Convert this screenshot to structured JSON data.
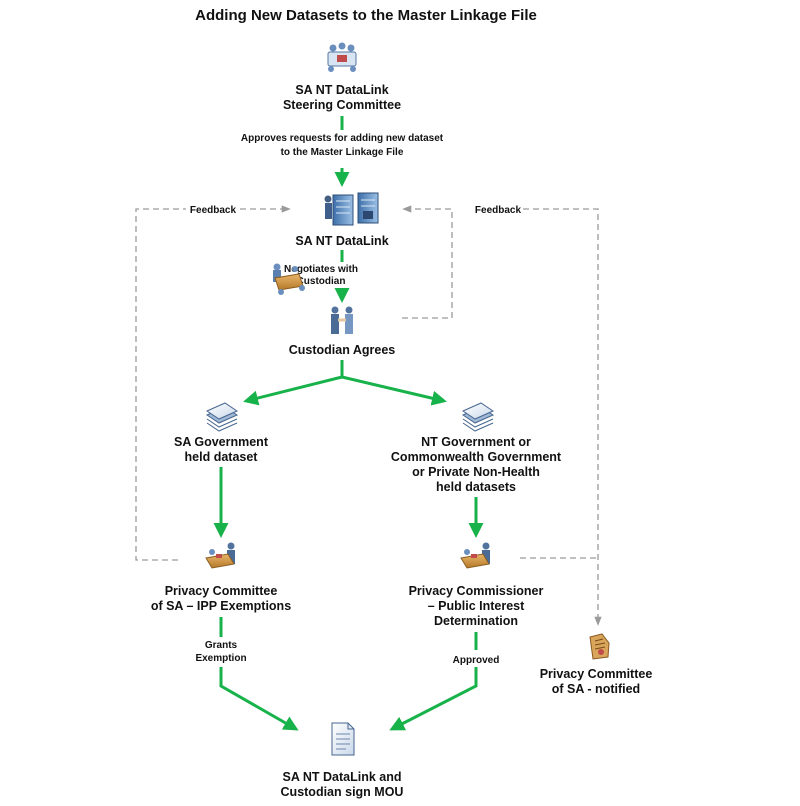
{
  "title": "Adding New Datasets to the Master Linkage File",
  "nodes": {
    "steering": {
      "line1": "SA NT DataLink",
      "line2": "Steering Committee"
    },
    "datalink": {
      "label": "SA NT DataLink"
    },
    "custodian_agrees": {
      "label": "Custodian Agrees"
    },
    "sa_gov": {
      "line1": "SA Government",
      "line2": "held dataset"
    },
    "nt_gov": {
      "line1": "NT Government or",
      "line2": "Commonwealth Government",
      "line3": "or Private Non-Health",
      "line4": "held datasets"
    },
    "privacy_sa": {
      "line1": "Privacy Committee",
      "line2": "of SA – IPP Exemptions"
    },
    "privacy_commissioner": {
      "line1": "Privacy Commissioner",
      "line2": "– Public Interest",
      "line3": "Determination"
    },
    "privacy_notified": {
      "line1": "Privacy Committee",
      "line2": "of SA - notified"
    },
    "mou": {
      "line1": "SA NT DataLink and",
      "line2": "Custodian sign MOU"
    }
  },
  "edge_labels": {
    "approves_line1": "Approves requests for adding new dataset",
    "approves_line2": "to the Master Linkage File",
    "negotiates_line1": "Negotiates with",
    "negotiates_line2": "Custodian",
    "feedback_left": "Feedback",
    "feedback_right": "Feedback",
    "grants_line1": "Grants",
    "grants_line2": "Exemption",
    "approved": "Approved"
  },
  "icons": {
    "steering": "meeting-room-icon",
    "datalink": "server-cabinets-icon",
    "negotiation": "meeting-table-icon",
    "custodian": "handshake-icon",
    "sa_dataset": "document-stack-icon",
    "nt_dataset": "document-stack-icon",
    "privacy_sa": "desk-meeting-icon",
    "privacy_commissioner": "desk-meeting-icon",
    "privacy_notified": "notice-document-icon",
    "mou": "document-icon"
  },
  "colors": {
    "flow": "#17b24a",
    "feedback": "#9a9a9a",
    "text": "#111111"
  }
}
